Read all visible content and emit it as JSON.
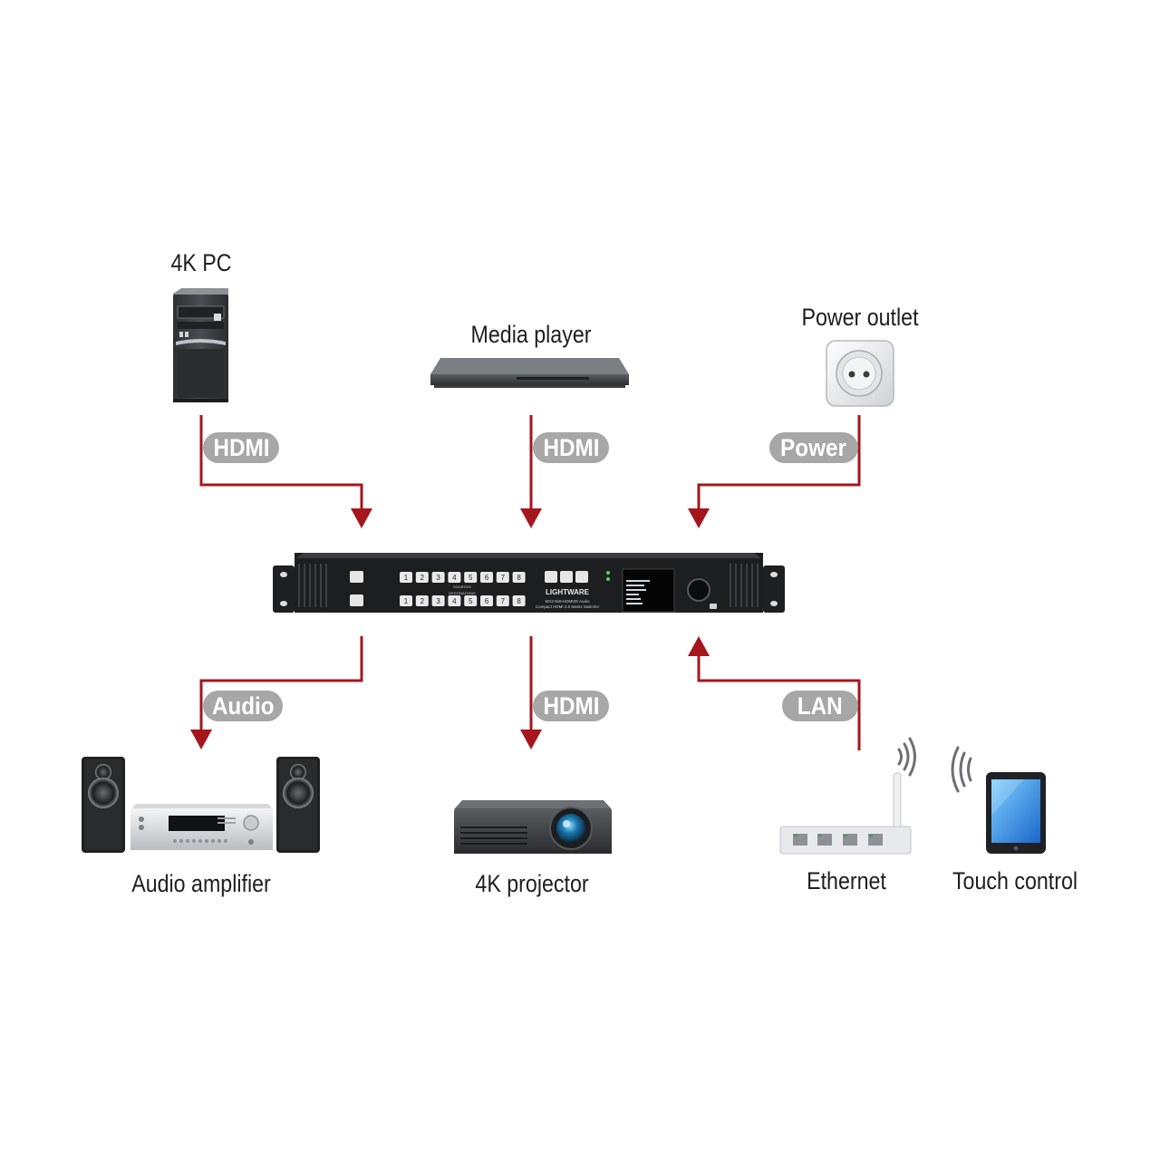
{
  "devices": {
    "pc": {
      "label": "4K PC",
      "icon": "desktop-tower-icon"
    },
    "media_player": {
      "label": "Media player",
      "icon": "media-player-icon"
    },
    "power_outlet": {
      "label": "Power outlet",
      "icon": "power-outlet-icon"
    },
    "audio_amplifier": {
      "label": "Audio amplifier",
      "icon": "audio-amplifier-icon"
    },
    "projector": {
      "label": "4K projector",
      "icon": "projector-icon"
    },
    "ethernet": {
      "label": "Ethernet",
      "icon": "router-icon"
    },
    "touch_control": {
      "label": "Touch control",
      "icon": "tablet-icon"
    }
  },
  "connections": {
    "pc_hdmi": "HDMI",
    "media_hdmi": "HDMI",
    "power": "Power",
    "audio": "Audio",
    "projector_hdmi": "HDMI",
    "lan": "LAN"
  },
  "matrix": {
    "icon": "matrix-switcher-icon",
    "brand": "LIGHTWARE",
    "model": "MX2-8x8-HDMI20-Audio",
    "subtitle": "Compact HDMI 2.0 Matrix Switcher",
    "sources_label": "SOURCES",
    "destinations_label": "DESTINATIONS",
    "button_numbers": [
      "1",
      "2",
      "3",
      "4",
      "5",
      "6",
      "7",
      "8"
    ]
  },
  "colors": {
    "arrow": "#a5161d",
    "pill": "#a7a7a7",
    "label_text": "#1e1e1e"
  }
}
